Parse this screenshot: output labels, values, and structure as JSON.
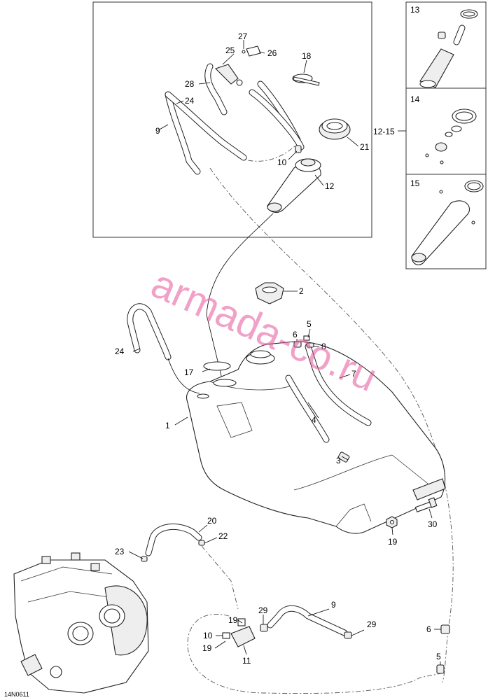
{
  "watermark": "armada-co.ru",
  "drawing_code": "14N0611",
  "callouts": {
    "c1": "1",
    "c2": "2",
    "c3": "3",
    "c4": "4",
    "c5a": "5",
    "c5b": "5",
    "c6a": "6",
    "c6b": "6",
    "c7": "7",
    "c8": "8",
    "c9a": "9",
    "c9b": "9",
    "c10a": "10",
    "c10b": "10",
    "c11": "11",
    "c12": "12",
    "c12_15": "12-15",
    "c13": "13",
    "c14": "14",
    "c15": "15",
    "c17": "17",
    "c18": "18",
    "c19a": "19",
    "c19b": "19",
    "c19c": "19",
    "c20": "20",
    "c21": "21",
    "c22": "22",
    "c23": "23",
    "c24a": "24",
    "c24b": "24",
    "c25": "25",
    "c26": "26",
    "c27": "27",
    "c28": "28",
    "c29a": "29",
    "c29b": "29",
    "c30": "30"
  }
}
